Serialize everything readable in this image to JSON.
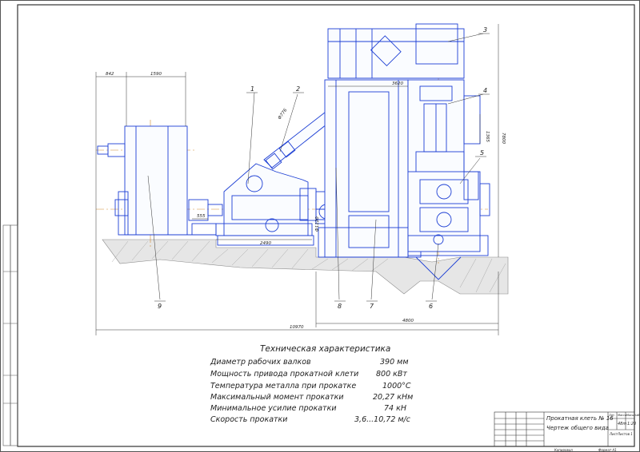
{
  "drawing": {
    "callouts": [
      "1",
      "2",
      "3",
      "4",
      "5",
      "6",
      "7",
      "8",
      "9"
    ],
    "dimensions": {
      "d_842": "842",
      "d_1590": "1590",
      "d_3620": "3620",
      "d_1365": "1365",
      "d_7800": "7800",
      "d_555": "555",
      "d_2490": "2490",
      "d_4800": "4800",
      "d_10970": "10970",
      "d_1120": "Ф1120",
      "d_776": "Ф776"
    }
  },
  "specs": {
    "title": "Техническая характеристика",
    "rows": [
      {
        "label": "Диаметр рабочих валков",
        "value": "390 мм"
      },
      {
        "label": "Мощность привода прокатной клети",
        "value": "800 кВт"
      },
      {
        "label": "Температура металла при прокатке",
        "value": "1000°С"
      },
      {
        "label": "Максимальный момент прокатки",
        "value": "20,27 кНм"
      },
      {
        "label": "Минимальное усилие прокатки",
        "value": "74 кН"
      },
      {
        "label": "Скорость прокатки",
        "value": "3,6...10,72 м/с"
      }
    ]
  },
  "title_block": {
    "name_line1": "Прокатная клеть № 16",
    "name_line2": "Чертеж общего вида",
    "col_lit": "Лит.",
    "col_mass": "Масса",
    "col_scale": "Масштаб",
    "mass": "48m",
    "scale": "1:20",
    "sheet": "Лист",
    "sheets": "Листов 1",
    "copied": "Копировал",
    "format": "Формат   А1"
  },
  "colors": {
    "line": "#1d3fd4",
    "hatch": "#8a8a8a",
    "center": "#d08a30",
    "frame": "#333333"
  }
}
